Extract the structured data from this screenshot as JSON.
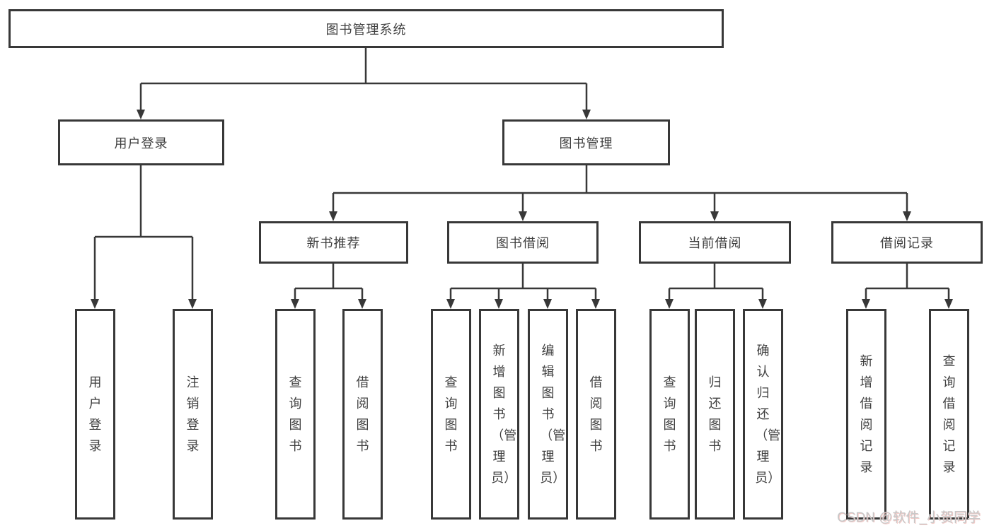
{
  "diagram_title": "图书管理系统",
  "tree": {
    "root": {
      "label": "图书管理系统",
      "children": [
        {
          "label": "用户登录",
          "children": [
            {
              "label": "用户登录"
            },
            {
              "label": "注销登录"
            }
          ]
        },
        {
          "label": "图书管理",
          "children": [
            {
              "label": "新书推荐",
              "children": [
                {
                  "label": "查询图书"
                },
                {
                  "label": "借阅图书"
                }
              ]
            },
            {
              "label": "图书借阅",
              "children": [
                {
                  "label": "查询图书"
                },
                {
                  "label": "新增图书（管理员）"
                },
                {
                  "label": "编辑图书（管理员）"
                },
                {
                  "label": "借阅图书"
                }
              ]
            },
            {
              "label": "当前借阅",
              "children": [
                {
                  "label": "查询图书"
                },
                {
                  "label": "归还图书"
                },
                {
                  "label": "确认归还（管理员）"
                }
              ]
            },
            {
              "label": "借阅记录",
              "children": [
                {
                  "label": "新增借阅记录"
                },
                {
                  "label": "查询借阅记录"
                }
              ]
            }
          ]
        }
      ]
    }
  },
  "watermark": "CSDN @软件_小贺同学",
  "colors": {
    "line": "#383838",
    "box_border": "#383838",
    "text": "#3f3f3f",
    "watermark": "#c8c8c8",
    "background": "#ffffff"
  }
}
